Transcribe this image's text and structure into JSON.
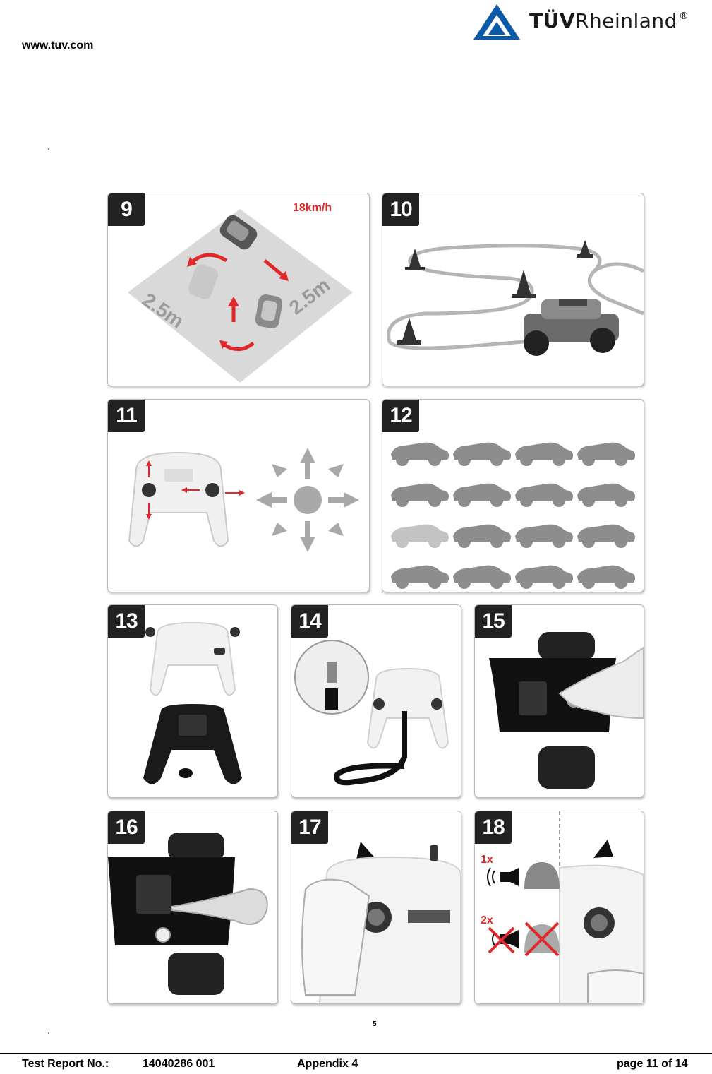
{
  "header": {
    "url": "www.tuv.com",
    "logo_text_bold": "TÜV",
    "logo_text_regular": "Rheinland",
    "logo_registered": "®"
  },
  "panels": [
    {
      "number": "9",
      "speed_label": "18km/h",
      "distance_left": "2.5m",
      "distance_right": "2.5m"
    },
    {
      "number": "10"
    },
    {
      "number": "11"
    },
    {
      "number": "12"
    },
    {
      "number": "13"
    },
    {
      "number": "14"
    },
    {
      "number": "15"
    },
    {
      "number": "16"
    },
    {
      "number": "17"
    },
    {
      "number": "18",
      "press_once": "1x",
      "press_twice": "2x"
    }
  ],
  "manual_page_number": "5",
  "footer": {
    "report_label": "Test Report No.:",
    "report_number": "14040286 001",
    "appendix": "Appendix 4",
    "page": "page 11 of 14"
  },
  "colors": {
    "accent_red": "#e0282a",
    "tuv_blue": "#0a5aa8",
    "badge": "#222222"
  },
  "icons": [
    "tuv-triangle-logo",
    "traffic-cone-icon",
    "car-silhouette-icon",
    "direction-arrow-icon",
    "remote-controller-icon"
  ]
}
